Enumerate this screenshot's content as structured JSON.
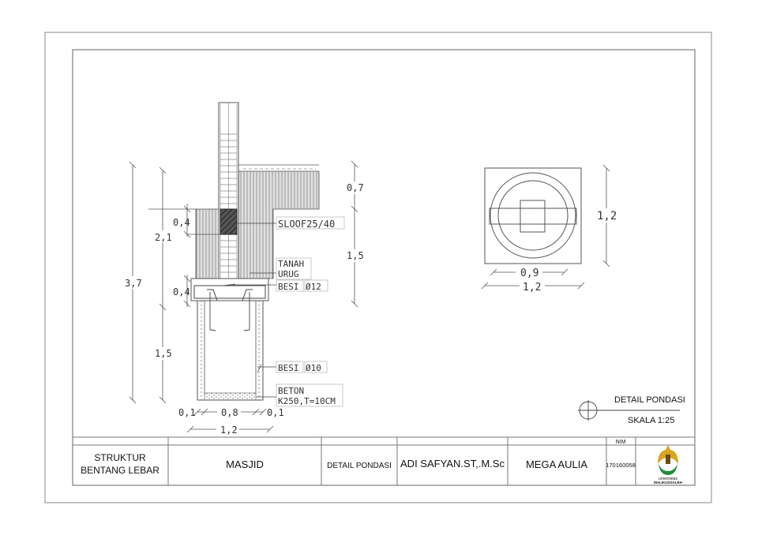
{
  "section_detail": {
    "labels": {
      "sloof": "SLOOF25/40",
      "tanah_1": "TANAH",
      "tanah_2": "URUG",
      "besi12": "BESI",
      "besi12_dia": "Ø12",
      "besi10": "BESI",
      "besi10_dia": "Ø10",
      "beton_1": "BETON",
      "beton_2": "K250,T=10CM"
    },
    "dimensions": {
      "total_height": "3,7",
      "upper_height": "2,1",
      "sloof_height": "0,4",
      "cap_height": "0,4",
      "pile_height": "1,5",
      "right_top": "0,7",
      "right_bottom": "1,5",
      "wall_left": "0,1",
      "inner_width": "0,8",
      "wall_right": "0,1",
      "total_width": "1,2"
    }
  },
  "plan_detail": {
    "dimensions": {
      "inner_width": "0,9",
      "outer_width": "1,2",
      "height": "1,2"
    }
  },
  "callout": {
    "title": "DETAIL PONDASI",
    "scale": "SKALA 1:25"
  },
  "title_block": {
    "nim_header": "NIM",
    "course_line1": "STRUKTUR",
    "course_line2": "BENTANG LEBAR",
    "project": "MASJID",
    "drawing": "DETAIL PONDASI",
    "supervisor": "ADI SAFYAN.ST,.M.Sc",
    "student": "MEGA AULIA",
    "nim": "170160058",
    "logo_text1": "universitas",
    "logo_text2": "MALIKUSSALEH"
  }
}
